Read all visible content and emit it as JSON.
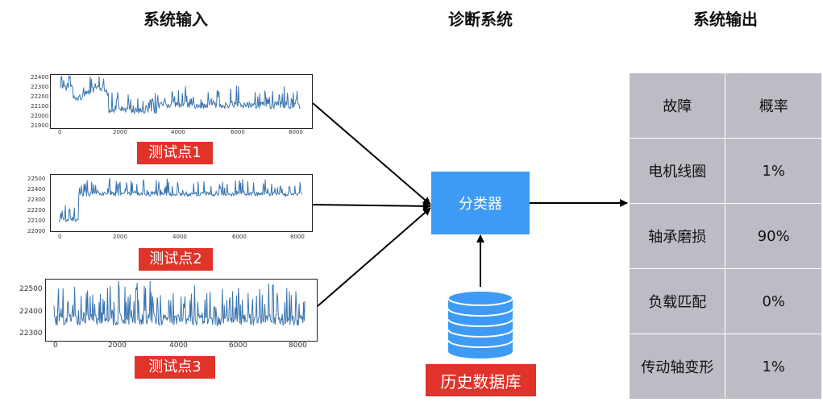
{
  "titles": {
    "input": "系统输入",
    "diagnosis": "诊断系统",
    "output": "系统输出"
  },
  "plots": [
    {
      "label": "测试点1",
      "y_ticks": [
        "22400",
        "22300",
        "22200",
        "22100",
        "22000",
        "21900"
      ],
      "x_ticks": [
        "0",
        "2000",
        "4000",
        "6000",
        "8000"
      ]
    },
    {
      "label": "测试点2",
      "y_ticks": [
        "22500",
        "22400",
        "22300",
        "22200",
        "22100",
        "22000"
      ],
      "x_ticks": [
        "0",
        "2000",
        "4000",
        "6000",
        "8000"
      ]
    },
    {
      "label": "测试点3",
      "y_ticks": [
        "22500",
        "22400",
        "22300"
      ],
      "x_ticks": [
        "0",
        "2000",
        "4000",
        "6000",
        "8000"
      ]
    }
  ],
  "classifier": {
    "label": "分类器"
  },
  "database": {
    "label": "历史数据库"
  },
  "output_table": {
    "header": [
      "故障",
      "概率"
    ],
    "rows": [
      [
        "电机线圈",
        "1%"
      ],
      [
        "轴承磨损",
        "90%"
      ],
      [
        "负载匹配",
        "0%"
      ],
      [
        "传动轴变形",
        "1%"
      ]
    ]
  },
  "colors": {
    "signal": "#3a75b0",
    "classifier": "#3d9bf5",
    "label_red": "#e0332a",
    "table_bg": "#bdbcc4"
  }
}
